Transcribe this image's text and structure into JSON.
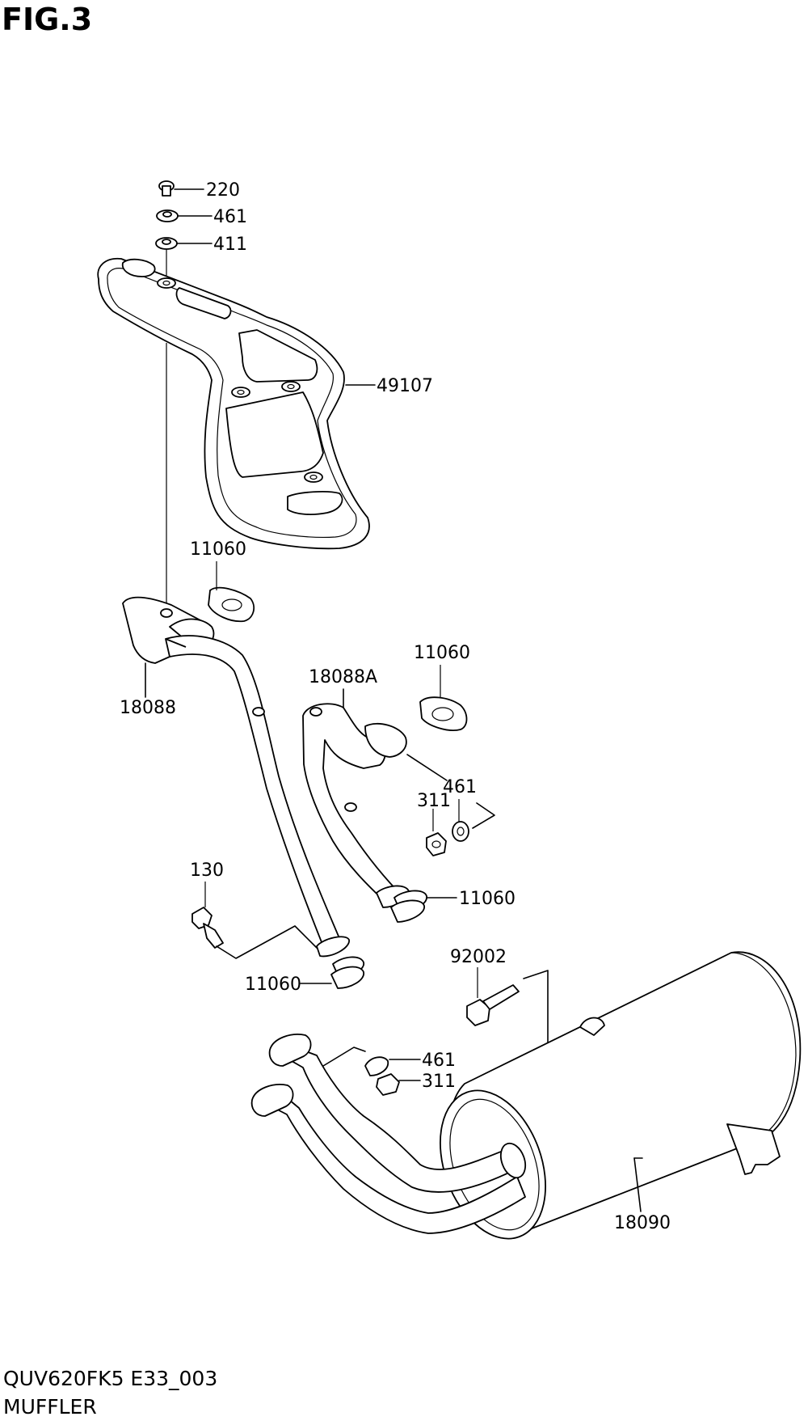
{
  "figure": {
    "title": "FIG.3",
    "code": "QUV620FK5 E33_003",
    "name": "MUFFLER"
  },
  "callouts": [
    {
      "id": "bolt-220",
      "part_no": "220"
    },
    {
      "id": "washer-461-top",
      "part_no": "461"
    },
    {
      "id": "washer-411",
      "part_no": "411"
    },
    {
      "id": "heat-shield",
      "part_no": "49107"
    },
    {
      "id": "gasket-11060-a",
      "part_no": "11060"
    },
    {
      "id": "exhaust-pipe",
      "part_no": "18088"
    },
    {
      "id": "exhaust-pipe-b",
      "part_no": "18088A"
    },
    {
      "id": "gasket-11060-b",
      "part_no": "11060"
    },
    {
      "id": "washer-461-mid",
      "part_no": "461"
    },
    {
      "id": "nut-311-mid",
      "part_no": "311"
    },
    {
      "id": "gasket-11060-c",
      "part_no": "11060"
    },
    {
      "id": "bolt-130",
      "part_no": "130"
    },
    {
      "id": "gasket-11060-d",
      "part_no": "11060"
    },
    {
      "id": "bolt-92002",
      "part_no": "92002"
    },
    {
      "id": "washer-461-low",
      "part_no": "461"
    },
    {
      "id": "nut-311-low",
      "part_no": "311"
    },
    {
      "id": "muffler",
      "part_no": "18090"
    }
  ]
}
